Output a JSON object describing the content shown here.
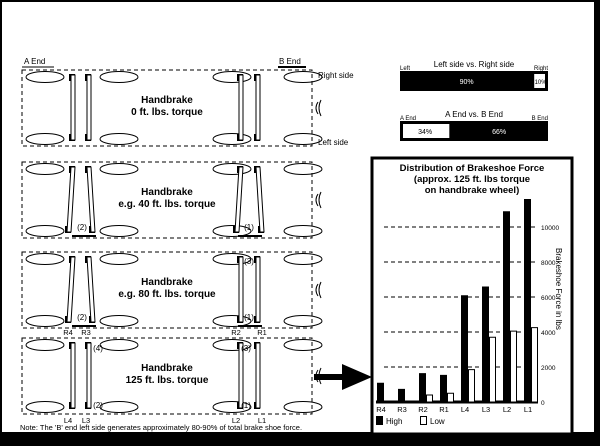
{
  "colors": {
    "ink": "#000000",
    "paper": "#ffffff"
  },
  "ends": {
    "a_end": "A End",
    "b_end": "B End"
  },
  "sides": {
    "right": "Right side",
    "left": "Left side"
  },
  "panels": [
    {
      "title": "Handbrake",
      "subtitle": "0 ft. lbs. torque"
    },
    {
      "title": "Handbrake",
      "subtitle": "e.g. 40 ft. lbs. torque",
      "markers": [
        "(2)",
        "(1)"
      ]
    },
    {
      "title": "Handbrake",
      "subtitle": "e.g. 80 ft. lbs. torque",
      "markers": [
        "(2)",
        "(3)",
        "(1)"
      ]
    },
    {
      "title": "Handbrake",
      "subtitle": "125 ft. lbs. torque",
      "markers": [
        "(4)",
        "(2)",
        "(3)",
        "(1)"
      ],
      "top_labels": [
        "R4",
        "R3",
        "R2",
        "R1"
      ],
      "bottom_labels": [
        "L4",
        "L3",
        "L2",
        "L1"
      ]
    }
  ],
  "note": "Note: The 'B' end left side generates approximately 80-90% of total brake shoe force.",
  "side_split": {
    "title": "Left side vs. Right side",
    "left_label": "Left",
    "right_label": "Right",
    "left_pct": 90,
    "right_pct": 10,
    "left_text": "90%",
    "right_text": "10%"
  },
  "end_split": {
    "title": "A End vs. B End",
    "left_label": "A End",
    "right_label": "B End",
    "left_pct": 34,
    "right_pct": 66,
    "left_text": "34%",
    "right_text": "66%"
  },
  "chart_data": {
    "type": "bar",
    "title": "Distribution of Brakeshoe Force",
    "subtitle": [
      "(approx. 125 ft. lbs torque",
      "on handbrake wheel)"
    ],
    "categories": [
      "R4",
      "R3",
      "R2",
      "R1",
      "L4",
      "L3",
      "L2",
      "L1"
    ],
    "series": [
      {
        "name": "High",
        "values": [
          1100,
          750,
          1650,
          1550,
          6100,
          6600,
          10900,
          11600
        ]
      },
      {
        "name": "Low",
        "values": [
          0,
          0,
          400,
          500,
          1850,
          3700,
          4050,
          4250
        ]
      }
    ],
    "ylabel": "Brakeshoe Force in lbs",
    "yticks": [
      "0",
      "2000",
      "4000",
      "6000",
      "8000",
      "10000"
    ],
    "ylim": [
      0,
      12000
    ],
    "grid": true,
    "legend": "bottom-left"
  }
}
